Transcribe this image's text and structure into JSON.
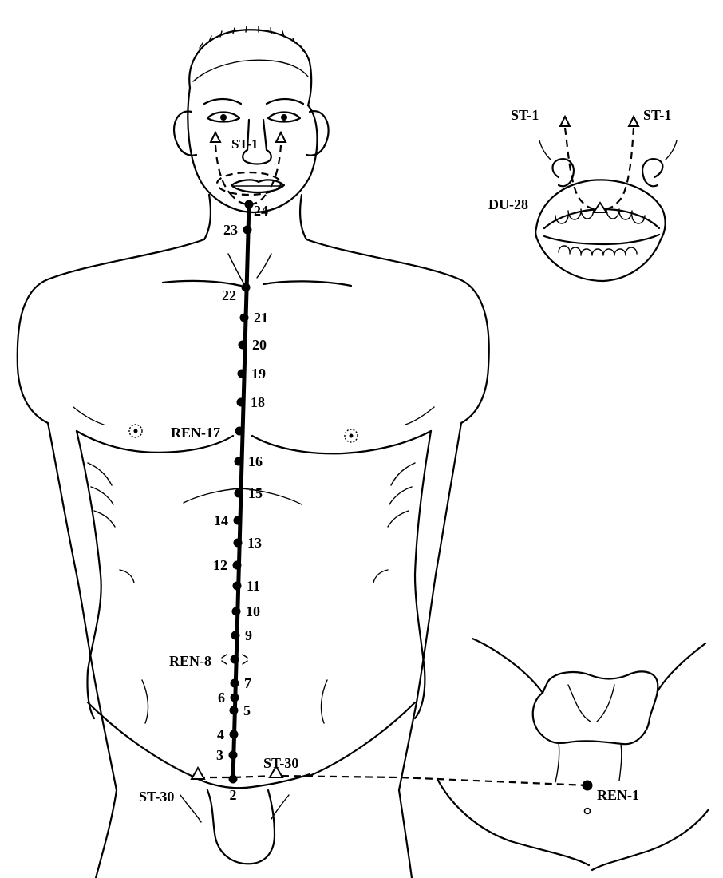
{
  "labels": {
    "st1_face": "ST-1",
    "st1_left": "ST-1",
    "st1_right": "ST-1",
    "du28": "DU-28",
    "st30_left": "ST-30",
    "st30_right": "ST-30",
    "ren1": "REN-1",
    "ren8": "REN-8",
    "ren17": "REN-17"
  },
  "points": [
    {
      "id": "24",
      "label": "24",
      "side": "right"
    },
    {
      "id": "23",
      "label": "23",
      "side": "left"
    },
    {
      "id": "22",
      "label": "22",
      "side": "left"
    },
    {
      "id": "21",
      "label": "21",
      "side": "right"
    },
    {
      "id": "20",
      "label": "20",
      "side": "right"
    },
    {
      "id": "19",
      "label": "19",
      "side": "right"
    },
    {
      "id": "18",
      "label": "18",
      "side": "right"
    },
    {
      "id": "17",
      "label": "",
      "side": "left"
    },
    {
      "id": "16",
      "label": "16",
      "side": "right"
    },
    {
      "id": "15",
      "label": "15",
      "side": "right"
    },
    {
      "id": "14",
      "label": "14",
      "side": "left"
    },
    {
      "id": "13",
      "label": "13",
      "side": "right"
    },
    {
      "id": "12",
      "label": "12",
      "side": "left"
    },
    {
      "id": "11",
      "label": "11",
      "side": "right"
    },
    {
      "id": "10",
      "label": "10",
      "side": "right"
    },
    {
      "id": "9",
      "label": "9",
      "side": "right"
    },
    {
      "id": "8",
      "label": "",
      "side": "left"
    },
    {
      "id": "7",
      "label": "7",
      "side": "right"
    },
    {
      "id": "6",
      "label": "6",
      "side": "left"
    },
    {
      "id": "5",
      "label": "5",
      "side": "right"
    },
    {
      "id": "4",
      "label": "4",
      "side": "left"
    },
    {
      "id": "3",
      "label": "3",
      "side": "left"
    },
    {
      "id": "2",
      "label": "2",
      "side": "below"
    }
  ]
}
